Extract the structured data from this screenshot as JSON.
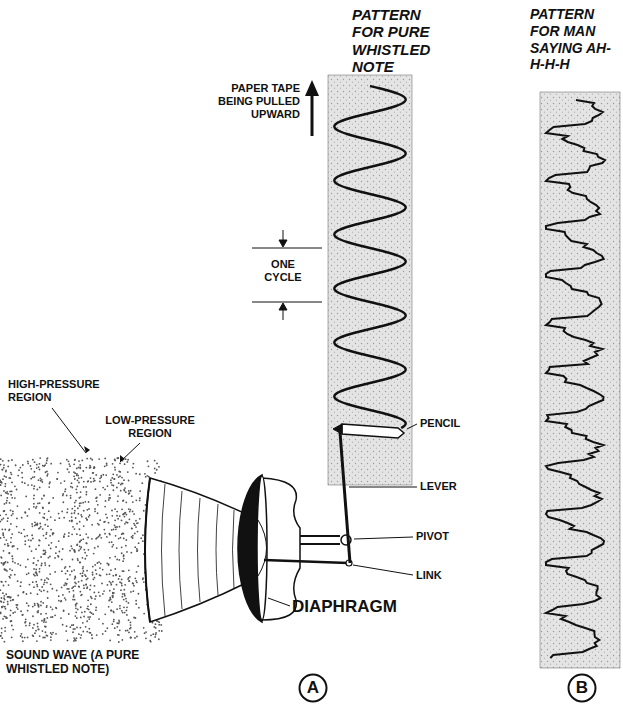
{
  "diagram": {
    "nodes": [
      {
        "text": [
          "A"
        ]
      },
      {
        "text": [
          "B"
        ]
      }
    ],
    "labels": [
      "PATTERN FOR PURE WHISTLED NOTE",
      "PATTERN FOR MAN SAYING AH-H-H-H",
      "PAPER TAPE BEING PULLED UPWARD",
      "ONE CYCLE",
      "HIGH-PRESSURE REGION",
      "LOW-PRESSURE REGION",
      "PENCIL",
      "LEVER",
      "PIVOT",
      "LINK",
      "DIAPHRAGM",
      "SOUND WAVE (A PURE WHISTLED NOTE)"
    ]
  }
}
